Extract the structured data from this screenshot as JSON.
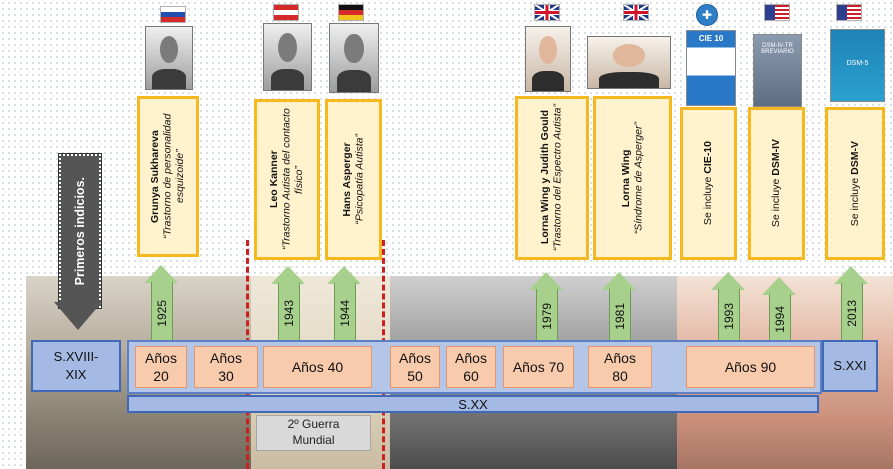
{
  "indicios_label": "Primeros indicios.",
  "centuries": {
    "early": "S.XVIII-\nXIX",
    "xx": "S.XX",
    "xxi": "S.XXI"
  },
  "decades": [
    "Años\n20",
    "Años\n30",
    "Años 40",
    "Años\n50",
    "Años\n60",
    "Años 70",
    "Años\n80",
    "Años 90"
  ],
  "war_label": "2º Guerra\nMundial",
  "years": [
    "1925",
    "1943",
    "1944",
    "1979",
    "1981",
    "1993",
    "1994",
    "2013"
  ],
  "milestones": [
    {
      "name": "Grunya Sukhareva",
      "text": "“Trastorno de personalidad esquizoide”"
    },
    {
      "name": "Leo Kanner",
      "text": "“Trastorno Autista del contacto físico”"
    },
    {
      "name": "Hans Asperger",
      "text": "“Psicopatía Autista”"
    },
    {
      "name": "Lorna Wing y Judith Gould",
      "text": "“Trastorno del Espectro Autista”"
    },
    {
      "name": "Lorna Wing",
      "text": "“Síndrome de Asperger”"
    },
    {
      "prefix": "Se incluye ",
      "bold": "CIE-10"
    },
    {
      "prefix": "Se incluye ",
      "bold": "DSM-IV"
    },
    {
      "prefix": "Se incluye ",
      "bold": "DSM-V"
    }
  ],
  "books": {
    "cie": "CIE 10",
    "dsm4": "DSM-IV-TR BREVIARIO",
    "dsm5": "DSM-5"
  },
  "colors": {
    "milestone_fill": "#fff2cc",
    "milestone_border": "#f5b91f",
    "arrow_green": "#a8d08d",
    "decade_fill": "#f8cbad",
    "century_fill": "#a4b9e3",
    "war_divider": "#cc1f1f"
  },
  "icons": [
    "flag-russia-icon",
    "flag-austria-icon",
    "flag-germany-icon",
    "flag-uk-icon",
    "who-emblem-icon",
    "flag-usa-icon"
  ]
}
